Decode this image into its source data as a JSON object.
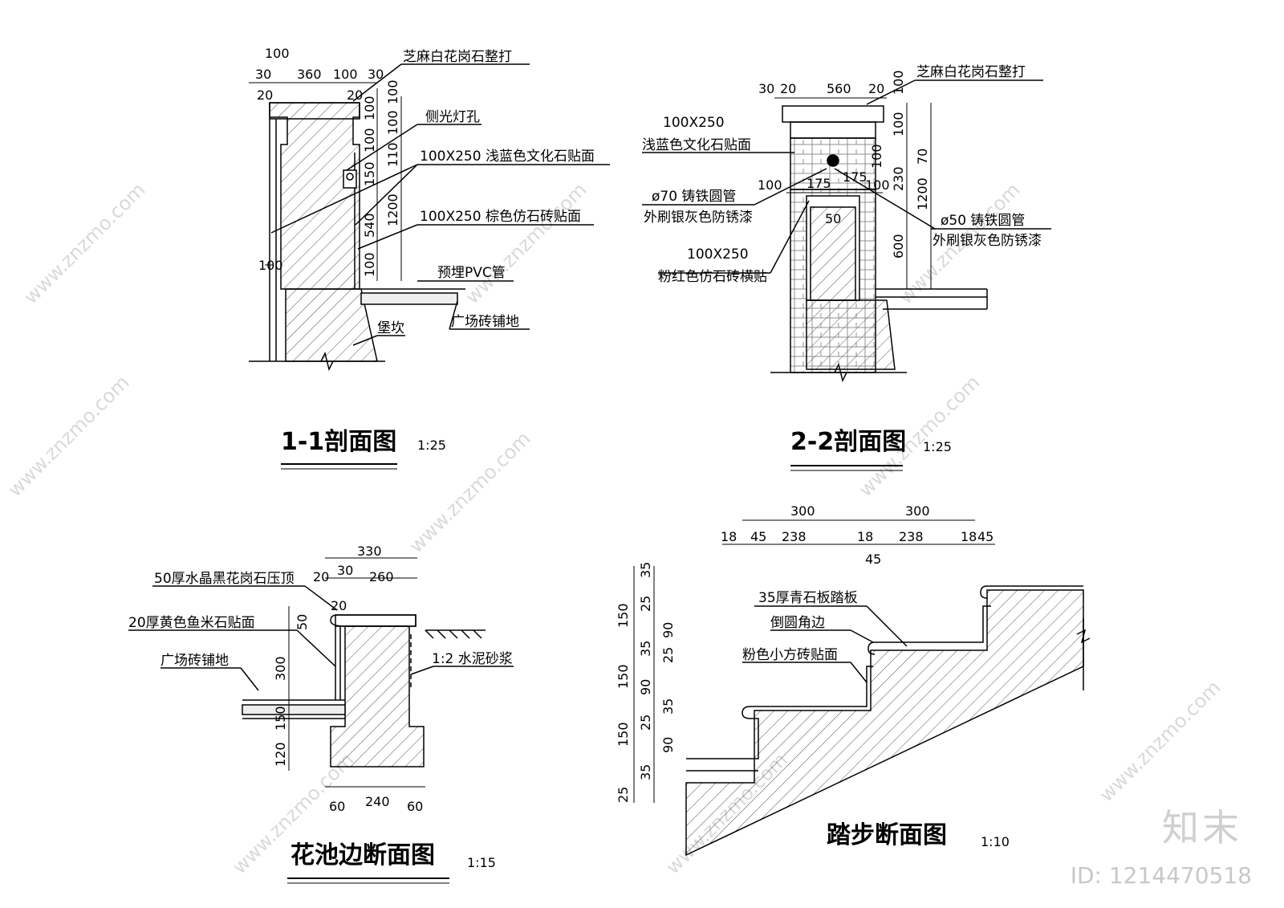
{
  "sections": {
    "s11": {
      "title": "1-1剖面图",
      "scale": "1:25",
      "labels": {
        "granite": "芝麻白花岗石整打",
        "lamp": "侧光灯孔",
        "bluestone": "100X250 浅蓝色文化石贴面",
        "brownbrick": "100X250 棕色仿石砖贴面",
        "pvc": "预埋PVC管",
        "paving": "广场砖铺地",
        "foundation": "堡坎"
      },
      "dims": {
        "top": "100",
        "t30a": "30",
        "t360": "360",
        "t100": "100",
        "t30b": "30",
        "t20a": "20",
        "t20b": "20",
        "v100a": "100",
        "v100b": "100",
        "v100c": "100",
        "v110": "110",
        "v150": "150",
        "v540": "540",
        "v1200": "1200",
        "v100d": "100",
        "left100": "100"
      }
    },
    "s22": {
      "title": "2-2剖面图",
      "scale": "1:25",
      "labels": {
        "granite": "芝麻白花岗石整打",
        "bluestone1": "100X250",
        "bluestone2": "浅蓝色文化石贴面",
        "pipe70a": "ø70 铸铁圆管",
        "pipe70b": "外刷银灰色防锈漆",
        "pipe50a": "ø50 铸铁圆管",
        "pipe50b": "外刷银灰色防锈漆",
        "pink1": "100X250",
        "pink2": "粉红色仿石砖横贴"
      },
      "dims": {
        "t30": "30",
        "t20a": "20",
        "t560": "560",
        "t20b": "20",
        "t100r": "100",
        "m100a": "100",
        "m175a": "175",
        "m175b": "175",
        "m100b": "100",
        "m50": "50",
        "v100": "100",
        "v100b": "100",
        "v70": "70",
        "v230": "230",
        "v1200": "1200",
        "v600": "600"
      }
    },
    "planter": {
      "title": "花池边断面图",
      "scale": "1:15",
      "labels": {
        "cap": "50厚水晶黑花岗石压顶",
        "yellow": "20厚黄色鱼米石贴面",
        "paving": "广场砖铺地",
        "mortar": "1:2 水泥砂浆"
      },
      "dims": {
        "w330": "330",
        "w30": "30",
        "w260": "260",
        "w20a": "20",
        "w20b": "20",
        "h50": "50",
        "h300": "300",
        "h150": "150",
        "h120": "120",
        "b60a": "60",
        "b240": "240",
        "b60b": "60"
      }
    },
    "steps": {
      "title": "踏步断面图",
      "scale": "1:10",
      "labels": {
        "tread": "35厚青石板踏板",
        "round": "倒圆角边",
        "tile": "粉色小方砖贴面"
      },
      "dims": {
        "w300a": "300",
        "w300b": "300",
        "d18a": "18",
        "d45a": "45",
        "d238a": "238",
        "d18b": "18",
        "d238b": "238",
        "d18c": "18",
        "d45b": "45",
        "d45c": "45",
        "h35a": "35",
        "h25a": "25",
        "h90a": "90",
        "h150a": "150",
        "h35b": "35",
        "h25b": "25",
        "h90b": "90",
        "h150b": "150",
        "h35c": "35",
        "h25c": "25",
        "h90c": "90",
        "h150c": "150",
        "h35d": "35",
        "h25d": "25"
      }
    }
  },
  "watermark": {
    "site": "www.znzmo.com",
    "brand": "知末",
    "id": "ID: 1214470518"
  }
}
